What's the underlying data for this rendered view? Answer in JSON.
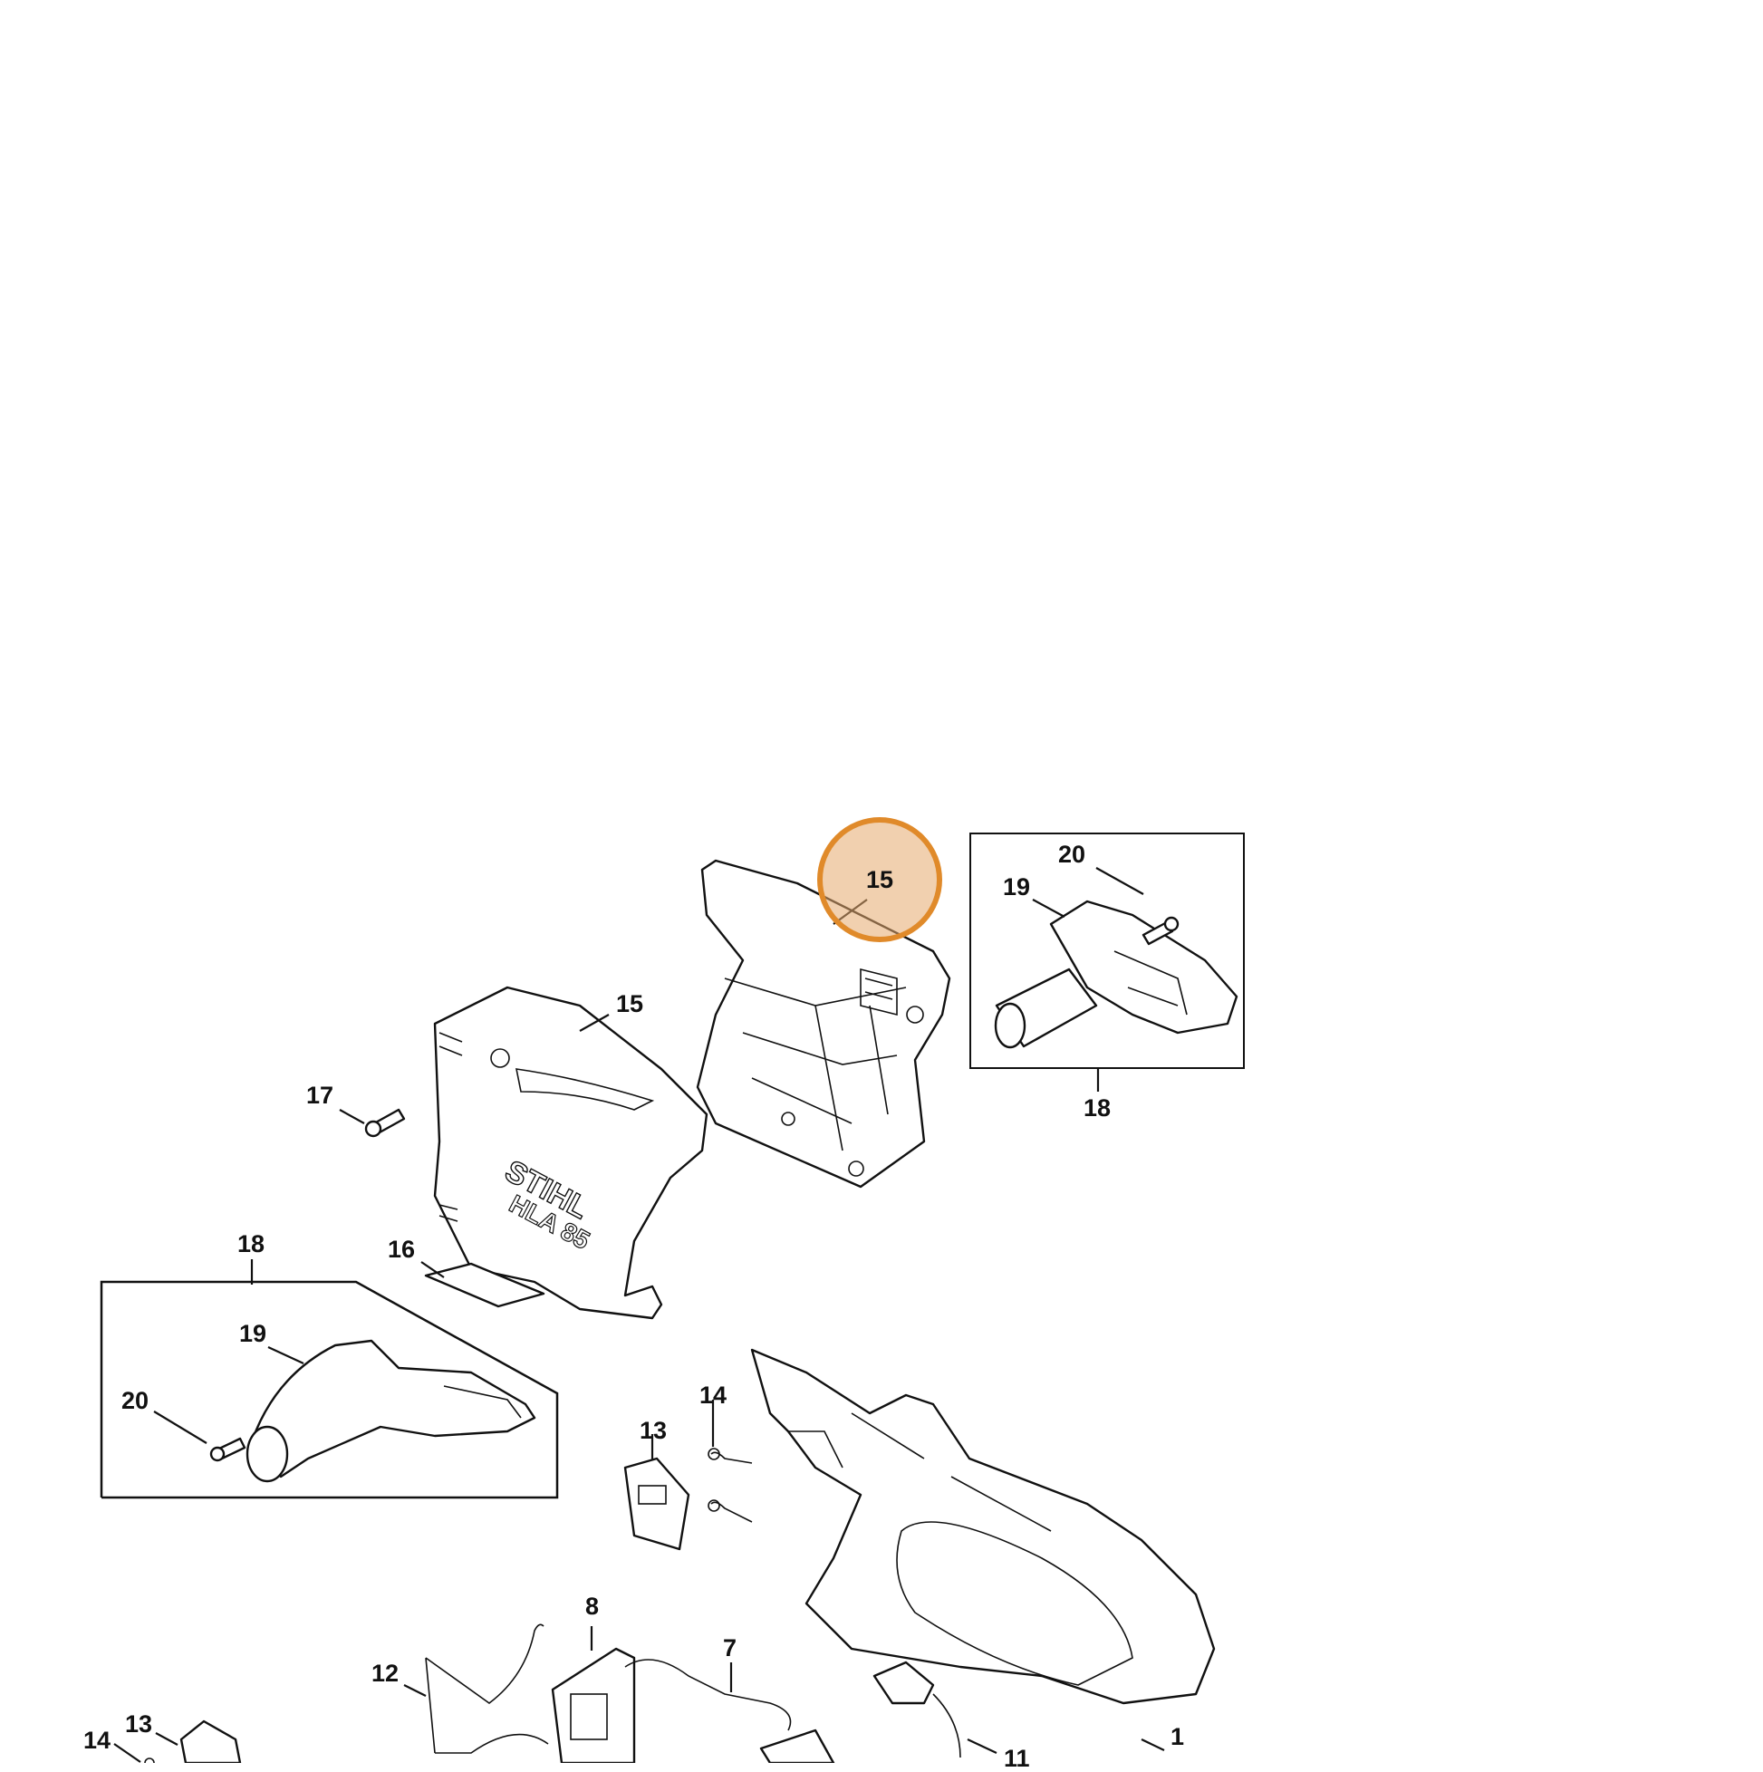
{
  "highlight": {
    "label": "15",
    "color": "#e08a2a",
    "fill": "#f0c8a0"
  },
  "labels": {
    "hl15": "15",
    "l20a": "20",
    "l19a": "19",
    "l18a": "18",
    "l15b": "15",
    "l17": "17",
    "l16": "16",
    "l18b": "18",
    "l19b": "19",
    "l20b": "20",
    "l14a": "14",
    "l13a": "13",
    "l8": "8",
    "l7": "7",
    "l12": "12",
    "l13b": "13",
    "l14b": "14",
    "l1": "1",
    "l11": "11"
  },
  "logo": {
    "brand": "STIHL",
    "model": "HLA 85"
  }
}
